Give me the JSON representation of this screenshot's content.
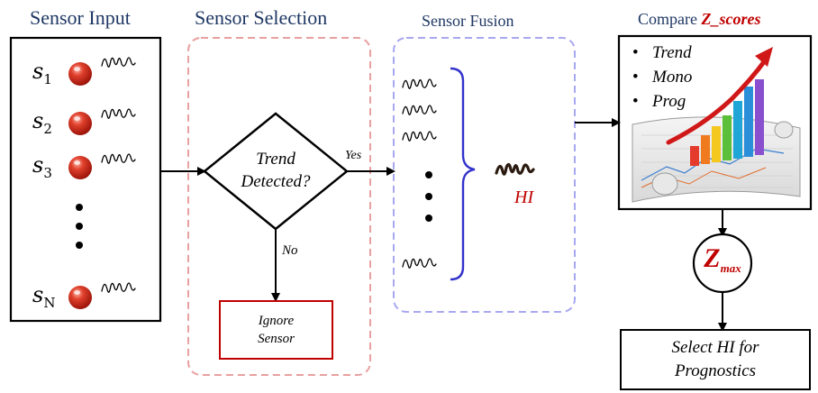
{
  "headers": {
    "sensor_input": "Sensor Input",
    "sensor_selection": "Sensor Selection",
    "sensor_fusion": "Sensor Fusion",
    "compare_prefix": "Compare ",
    "compare_z": "Z_scores"
  },
  "sensors": [
    {
      "label": "s",
      "sub": "1"
    },
    {
      "label": "s",
      "sub": "2"
    },
    {
      "label": "s",
      "sub": "3"
    },
    {
      "label": "s",
      "sub": "N"
    }
  ],
  "decision": {
    "line1": "Trend",
    "line2": "Detected?",
    "yes": "Yes",
    "no": "No"
  },
  "ignore": {
    "line1": "Ignore",
    "line2": "Sensor"
  },
  "fusion": {
    "hi_label": "HI"
  },
  "compare_criteria": [
    "Trend",
    "Mono",
    "Prog"
  ],
  "zmax": {
    "main": "Z",
    "sub": "max"
  },
  "select_hi": {
    "line1": "Select HI for",
    "line2": "Prognostics"
  },
  "colors": {
    "title": "#1f3864",
    "red": "#c00000",
    "selection_border": "#e8a0a0",
    "fusion_border": "#a8a8f0",
    "brace": "#3333cc",
    "ball": "#c0281a"
  }
}
